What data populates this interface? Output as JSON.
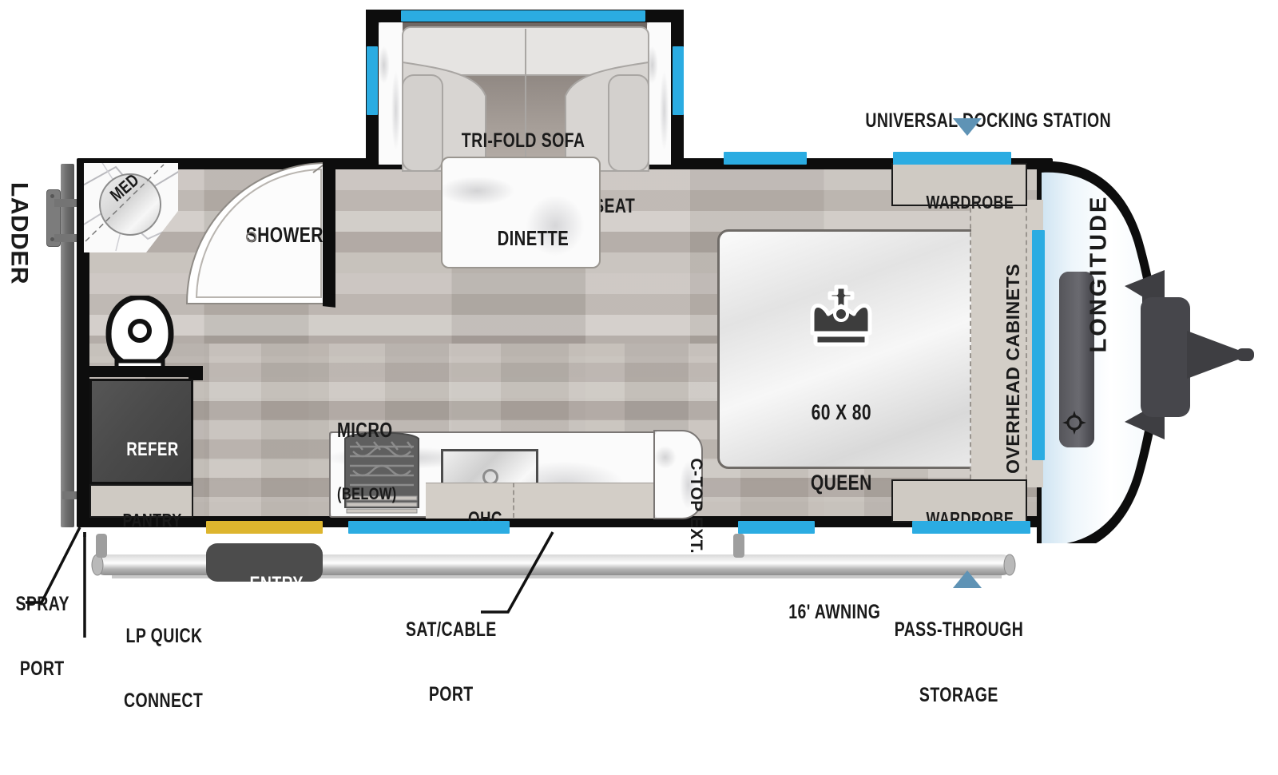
{
  "model": {
    "brand": "LONGITUDE"
  },
  "colors": {
    "window": "#2bace2",
    "door": "#ddb52e",
    "arrow": "#5f93b5",
    "wall": "#0d0d0d",
    "cabinet": "#cfcac3",
    "refer": "#4a4a4a"
  },
  "interior": {
    "shower": "SHOWER",
    "med": "MED",
    "refer": "REFER",
    "pantry": "PANTRY",
    "micro": "MICRO",
    "micro_below": "(BELOW)",
    "ohc": "OHC",
    "ctop_ext": "C-TOP EXT.",
    "sofa_line1": "TRI-FOLD SOFA",
    "sofa_line2": "W/ OPT. THEATER SEAT",
    "dinette": "DINETTE",
    "bed_size": "60 X 80",
    "bed_type": "QUEEN",
    "wardrobe_top": "WARDROBE",
    "wardrobe_bottom": "WARDROBE",
    "overhead_cabinets": "OVERHEAD CABINETS"
  },
  "callouts": {
    "ladder": "LADDER",
    "universal_docking_station": "UNIVERSAL DOCKING STATION",
    "spray_port_l1": "SPRAY",
    "spray_port_l2": "PORT",
    "lp_quick_l1": "LP QUICK",
    "lp_quick_l2": "CONNECT",
    "entry": "ENTRY",
    "satcable_l1": "SAT/CABLE",
    "satcable_l2": "PORT",
    "awning": "16' AWNING",
    "passthrough_l1": "PASS-THROUGH",
    "passthrough_l2": "STORAGE"
  }
}
